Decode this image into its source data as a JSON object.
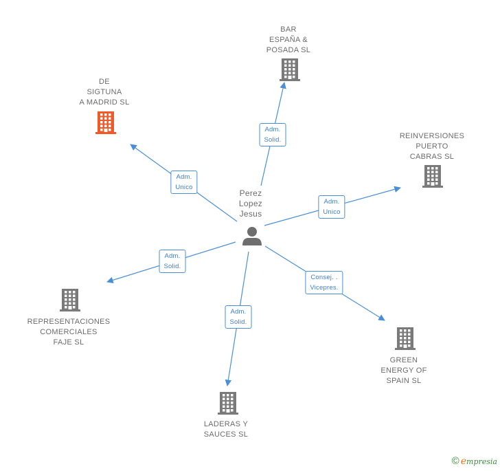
{
  "center": {
    "name": "Perez\nLopez\nJesus"
  },
  "companies": [
    {
      "id": "bar",
      "name": "BAR\nESPAÑA &\nPOSADA  SL",
      "highlight": false
    },
    {
      "id": "sigtuna",
      "name": "DE\nSIGTUNA\nA MADRID  SL",
      "highlight": true
    },
    {
      "id": "reinversiones",
      "name": "REINVERSIONES\nPUERTO\nCABRAS  SL",
      "highlight": false
    },
    {
      "id": "representaciones",
      "name": "REPRESENTACIONES\nCOMERCIALES\nFAJE SL",
      "highlight": false
    },
    {
      "id": "green",
      "name": "GREEN\nENERGY OF\nSPAIN  SL",
      "highlight": false
    },
    {
      "id": "laderas",
      "name": "LADERAS Y\nSAUCES SL",
      "highlight": false
    }
  ],
  "relations": [
    {
      "to": "bar",
      "label": "Adm.\nSolid."
    },
    {
      "to": "sigtuna",
      "label": "Adm.\nUnico"
    },
    {
      "to": "reinversiones",
      "label": "Adm.\nUnico"
    },
    {
      "to": "representaciones",
      "label": "Adm.\nSolid."
    },
    {
      "to": "green",
      "label": "Consej. .\nVicepres."
    },
    {
      "to": "laderas",
      "label": "Adm.\nSolid."
    }
  ],
  "colors": {
    "edge": "#4a8fd6",
    "building": "#7a7a7a",
    "highlight": "#f05a28",
    "person": "#6e6e6e"
  },
  "icons": {
    "company": "building-icon",
    "person": "person-icon"
  },
  "brand": {
    "copyright": "©",
    "e": "e",
    "rest": "mpresia"
  }
}
